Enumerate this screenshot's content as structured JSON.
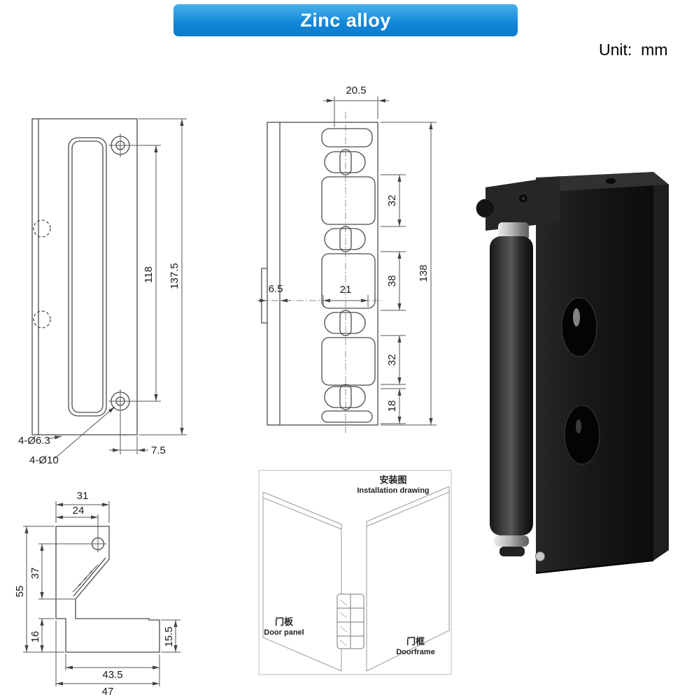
{
  "banner": {
    "label": "Zinc alloy",
    "color": "#1186d8"
  },
  "unit_label": "Unit:  mm",
  "front_view": {
    "dim_118": "118",
    "dim_137_5": "137.5",
    "dim_7_5": "7.5",
    "callout_small_holes": "4-Ø6.3",
    "callout_large_holes": "4-Ø10"
  },
  "section_view": {
    "dim_20_5": "20.5",
    "dim_32_top": "32",
    "dim_38": "38",
    "dim_32_bottom": "32",
    "dim_18": "18",
    "dim_138": "138",
    "dim_6_5": "6.5",
    "dim_21": "21"
  },
  "side_view": {
    "dim_31": "31",
    "dim_24": "24",
    "dim_37": "37",
    "dim_55": "55",
    "dim_16": "16",
    "dim_15_5": "15.5",
    "dim_43_5": "43.5",
    "dim_47": "47"
  },
  "installation": {
    "title_zh": "安装图",
    "title_en": "Installation drawing",
    "door_panel_zh": "门板",
    "door_panel_en": "Door panel",
    "door_frame_zh": "门框",
    "door_frame_en": "Doorframe"
  }
}
